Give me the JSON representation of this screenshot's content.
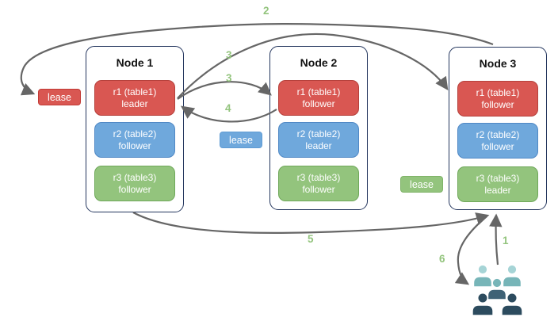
{
  "nodes": [
    {
      "title": "Node 1",
      "replicas": [
        {
          "label": "r1 (table1)",
          "role": "leader",
          "color": "red"
        },
        {
          "label": "r2 (table2)",
          "role": "follower",
          "color": "blue"
        },
        {
          "label": "r3 (table3)",
          "role": "follower",
          "color": "green"
        }
      ]
    },
    {
      "title": "Node 2",
      "replicas": [
        {
          "label": "r1 (table1)",
          "role": "follower",
          "color": "red"
        },
        {
          "label": "r2 (table2)",
          "role": "leader",
          "color": "blue"
        },
        {
          "label": "r3 (table3)",
          "role": "follower",
          "color": "green"
        }
      ]
    },
    {
      "title": "Node 3",
      "replicas": [
        {
          "label": "r1 (table1)",
          "role": "follower",
          "color": "red"
        },
        {
          "label": "r2 (table2)",
          "role": "follower",
          "color": "blue"
        },
        {
          "label": "r3 (table3)",
          "role": "leader",
          "color": "green"
        }
      ]
    }
  ],
  "leases": [
    {
      "label": "lease",
      "color": "red"
    },
    {
      "label": "lease",
      "color": "blue"
    },
    {
      "label": "lease",
      "color": "green"
    }
  ],
  "steps": {
    "s1": "1",
    "s2": "2",
    "s3a": "3",
    "s3b": "3",
    "s4": "4",
    "s5": "5",
    "s6": "6"
  },
  "icons": {
    "users": "users-icon"
  },
  "colors": {
    "replica_red": "#d95752",
    "replica_red_border": "#b5413c",
    "replica_blue": "#6fa8dc",
    "replica_blue_border": "#5088c5",
    "replica_green": "#93c47d",
    "replica_green_border": "#6fa85a",
    "node_border": "#24365e",
    "arrow": "#666666",
    "step_label": "#93c47d",
    "users_light": "#a6d4d6",
    "users_teal": "#77b5b8",
    "users_slate": "#3f6276",
    "users_dark": "#2c4b5e"
  }
}
